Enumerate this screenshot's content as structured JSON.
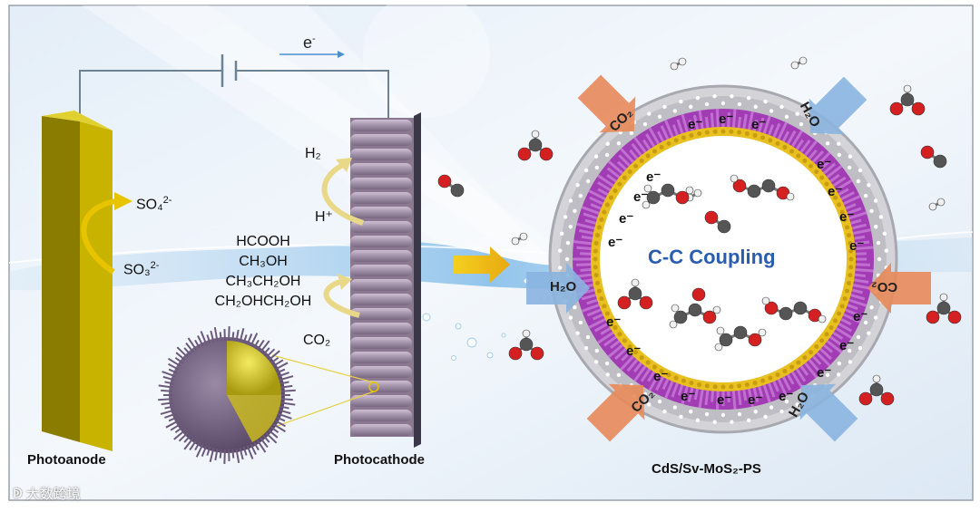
{
  "labels": {
    "electron_top": "e",
    "electron_sup": "-",
    "h2": "H₂",
    "h_plus": "H⁺",
    "so4": "SO₄",
    "so4_sup": "2-",
    "so3": "SO₃",
    "so3_sup": "2-",
    "co2": "CO₂",
    "photoanode": "Photoanode",
    "photocathode": "Photocathode",
    "cc_coupling": "C-C Coupling",
    "catalyst": "CdS/Sv-MoS₂-PS",
    "ring_co2": "CO₂",
    "ring_h2o": "H₂O",
    "ring_e": "e⁻",
    "watermark": "大数跨境"
  },
  "products": [
    "HCOOH",
    "CH₃OH",
    "CH₃CH₂OH",
    "CH₂OHCH₂OH"
  ],
  "colors": {
    "electrode": "#c8b400",
    "cathode_rods": "#a898b0",
    "shell_purple": "#a23cb4",
    "inner_yellow": "#e8c020",
    "arrow_orange": "#e8885a",
    "arrow_blue": "#8ab4e0",
    "title_blue": "#2a5db0",
    "atom_red": "#d42020",
    "atom_gray": "#555555",
    "atom_white": "#f0f0f0"
  }
}
